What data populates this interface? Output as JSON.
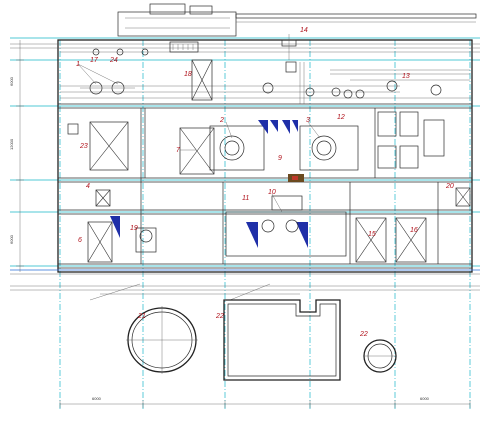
{
  "drawing": {
    "tags": [
      {
        "id": "t1",
        "label": "1"
      },
      {
        "id": "t17",
        "label": "17"
      },
      {
        "id": "t24",
        "label": "24"
      },
      {
        "id": "t18",
        "label": "18"
      },
      {
        "id": "t14",
        "label": "14"
      },
      {
        "id": "t13",
        "label": "13"
      },
      {
        "id": "t2",
        "label": "2"
      },
      {
        "id": "t3",
        "label": "3"
      },
      {
        "id": "t12",
        "label": "12"
      },
      {
        "id": "t23",
        "label": "23"
      },
      {
        "id": "t7",
        "label": "7"
      },
      {
        "id": "t9",
        "label": "9"
      },
      {
        "id": "t4",
        "label": "4"
      },
      {
        "id": "t10",
        "label": "10"
      },
      {
        "id": "t20",
        "label": "20"
      },
      {
        "id": "t11",
        "label": "11"
      },
      {
        "id": "t19",
        "label": "19"
      },
      {
        "id": "t15",
        "label": "15"
      },
      {
        "id": "t16",
        "label": "16"
      },
      {
        "id": "t6",
        "label": "6"
      },
      {
        "id": "t21",
        "label": "21"
      },
      {
        "id": "t22a",
        "label": "22"
      },
      {
        "id": "t22b",
        "label": "22"
      }
    ],
    "dimensions": {
      "left_top": "6000",
      "left_mid": "12000",
      "left_low": "6000",
      "bottom_1": "6000",
      "bottom_2": "6000"
    },
    "colors": {
      "axis": "#19b6c9",
      "tag": "#b0121b",
      "hatch": "#1f2fa8",
      "linework": "#2b2b2b"
    }
  }
}
